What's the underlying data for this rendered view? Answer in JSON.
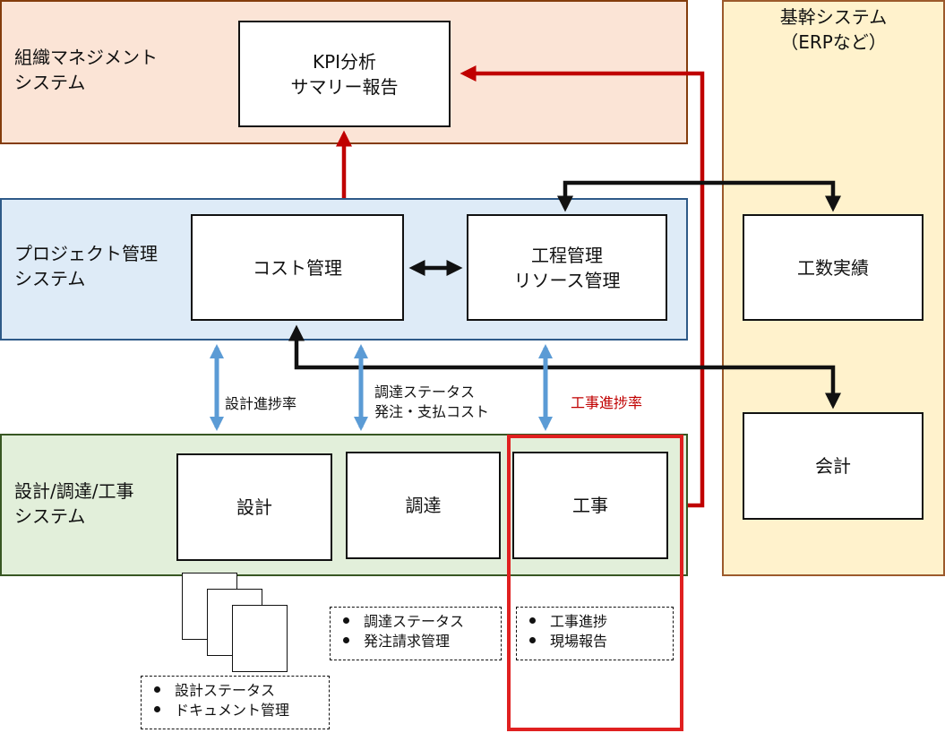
{
  "layers": {
    "org": {
      "label_line1": "組織マネジメント",
      "label_line2": "システム",
      "fill": "#fbe4d6",
      "stroke": "#843c0c"
    },
    "pm": {
      "label_line1": "プロジェクト管理",
      "label_line2": "システム",
      "fill": "#deebf7",
      "stroke": "#2e5a88"
    },
    "exec": {
      "label_line1": "設計/調達/工事",
      "label_line2": "システム",
      "fill": "#e2efda",
      "stroke": "#385723"
    },
    "erp": {
      "label_line1": "基幹システム",
      "label_line2": "（ERPなど）",
      "fill": "#fff2cc",
      "stroke": "#9c5a2c"
    }
  },
  "boxes": {
    "kpi": {
      "line1": "KPI分析",
      "line2": "サマリー報告"
    },
    "cost": {
      "line1": "コスト管理"
    },
    "process": {
      "line1": "工程管理",
      "line2": "リソース管理"
    },
    "effort": {
      "line1": "工数実績"
    },
    "accounting": {
      "line1": "会計"
    },
    "design": {
      "line1": "設計"
    },
    "procurement": {
      "line1": "調達"
    },
    "construction": {
      "line1": "工事"
    }
  },
  "edge_labels": {
    "design_progress": "設計進捗率",
    "procurement_status_line1": "調達ステータス",
    "procurement_status_line2": "発注・支払コスト",
    "construction_progress": "工事進捗率"
  },
  "notes": {
    "design": [
      "設計ステータス",
      "ドキュメント管理"
    ],
    "procurement": [
      "調達ステータス",
      "発注請求管理"
    ],
    "construction": [
      "工事進捗",
      "現場報告"
    ]
  },
  "colors": {
    "red": "#c00000",
    "highlight": "#e02020",
    "blue_arrow": "#5b9bd5",
    "black": "#111111",
    "red_label": "#c00000"
  }
}
